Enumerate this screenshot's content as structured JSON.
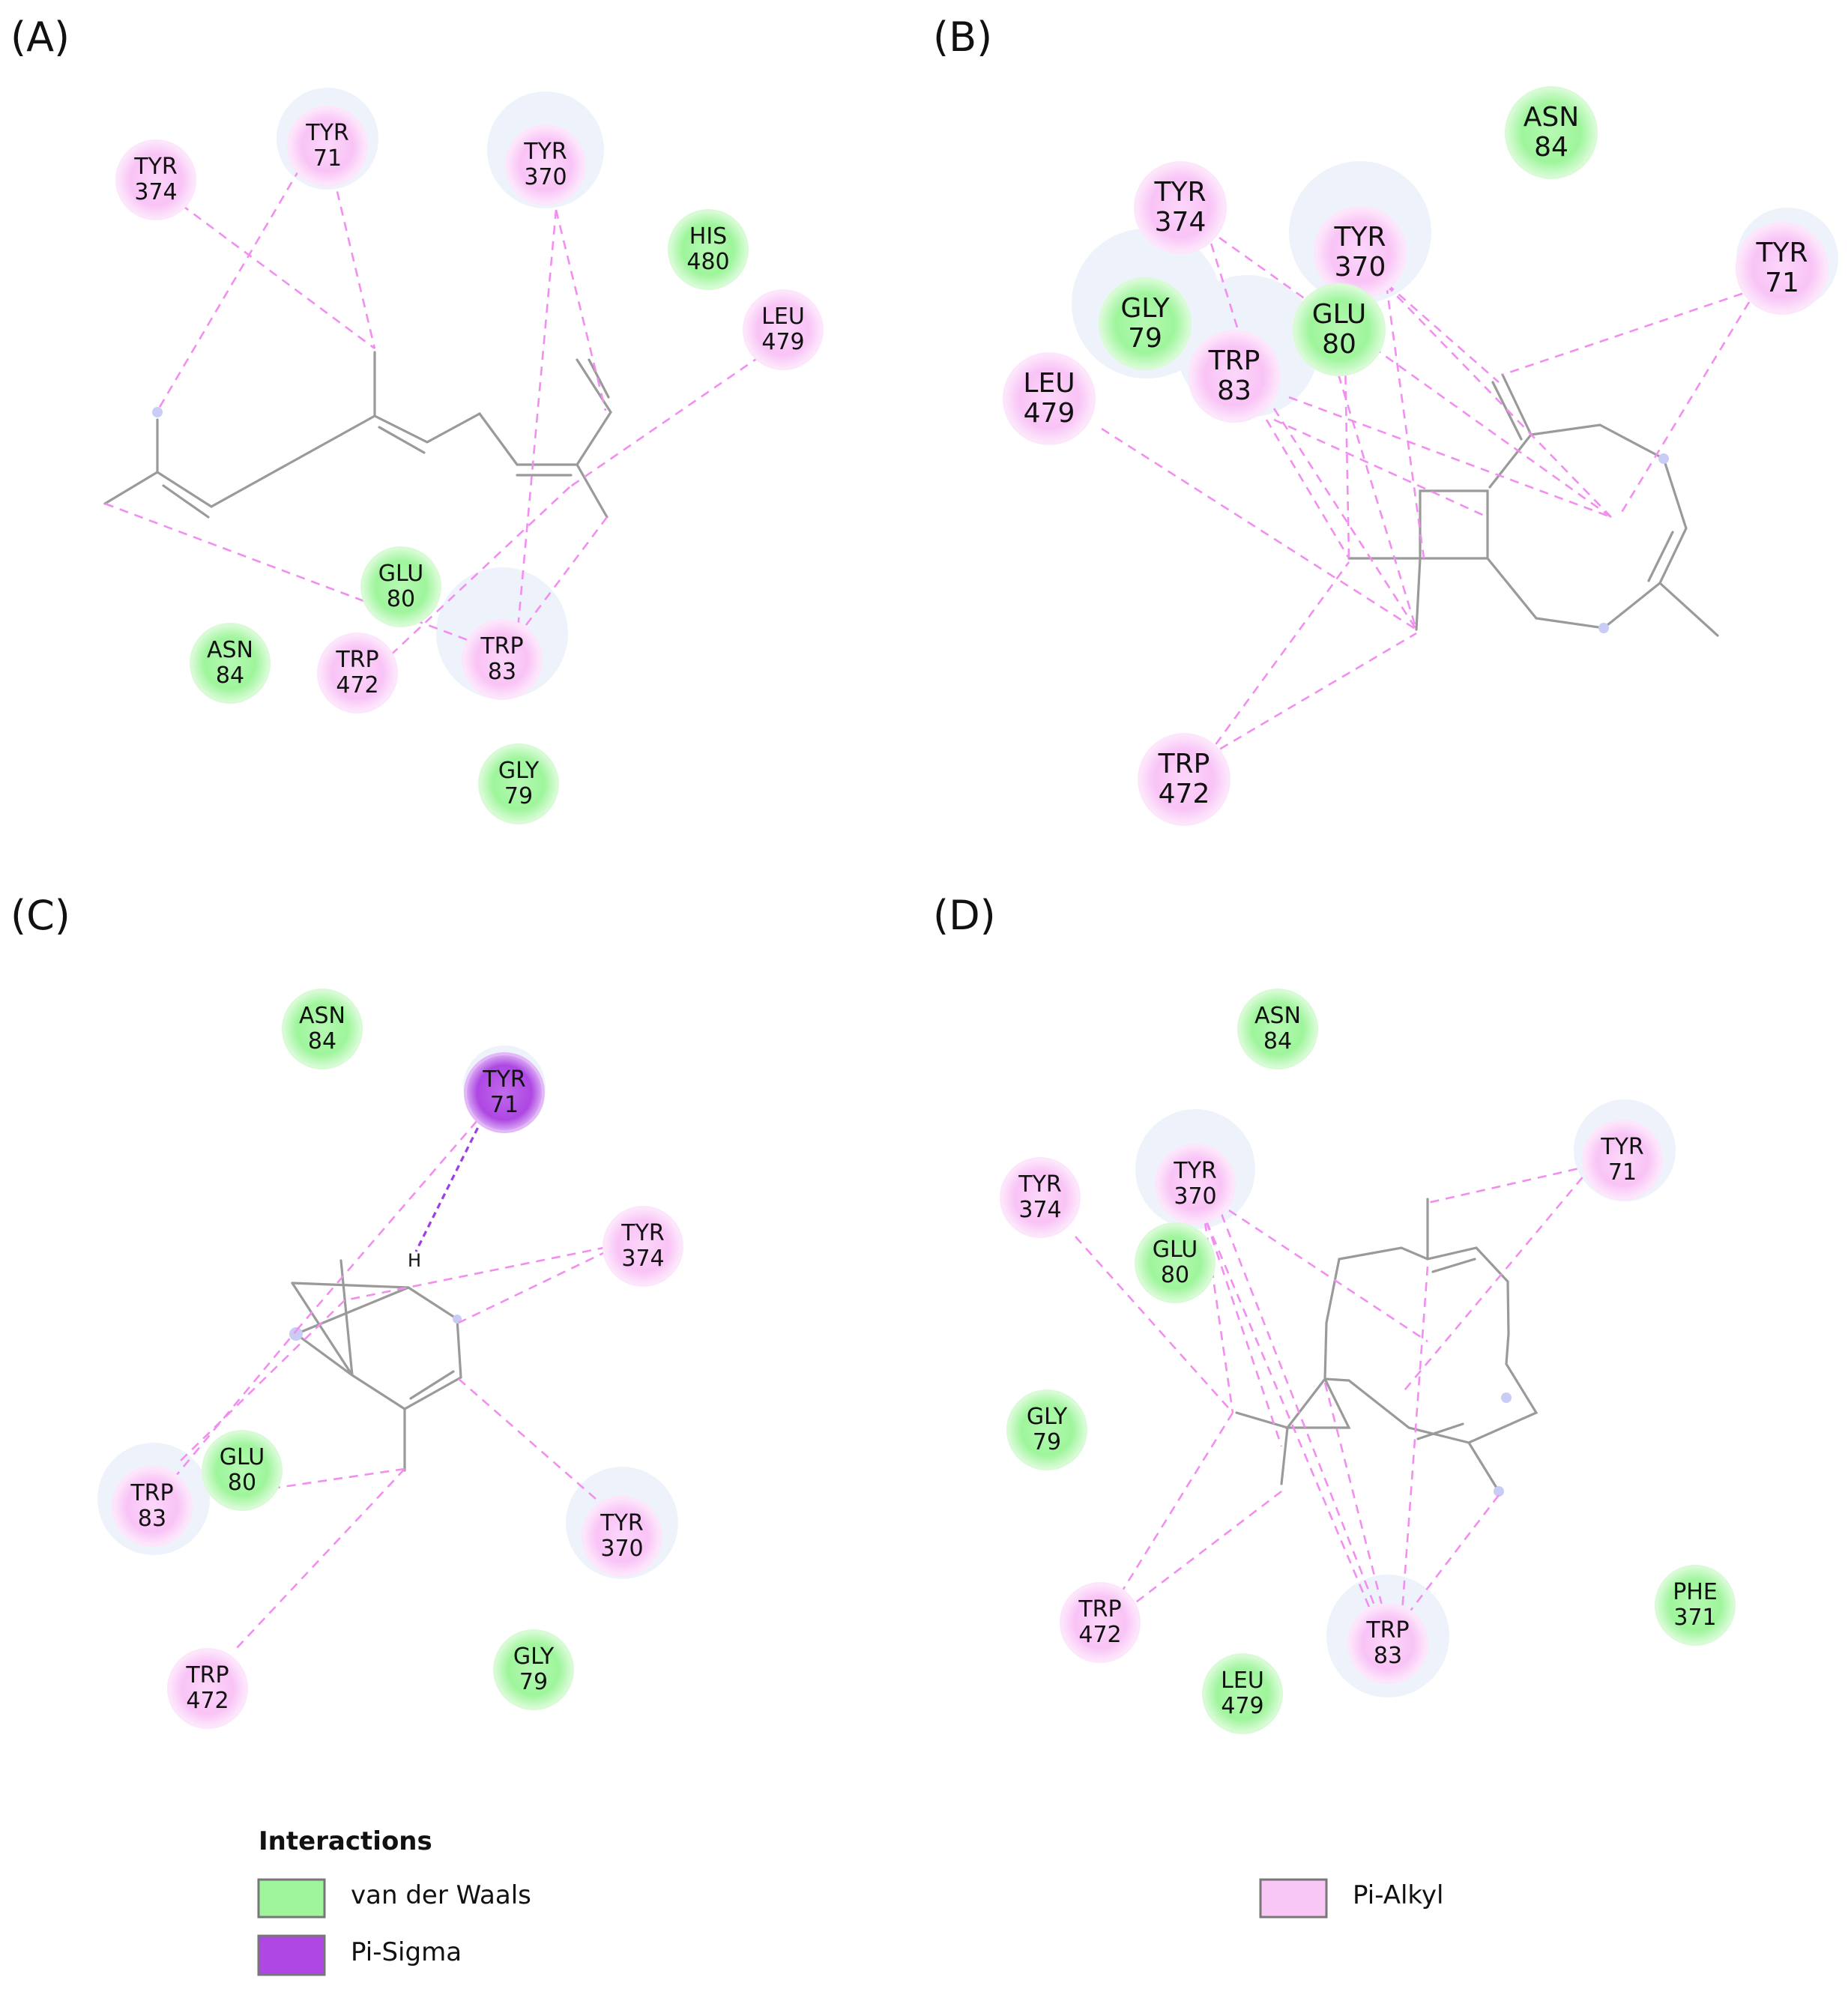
{
  "panels": [
    {
      "label": "(A)"
    },
    {
      "label": "(B)"
    },
    {
      "label": "(C)"
    },
    {
      "label": "(D)"
    }
  ],
  "residues": [
    {
      "panel": 0,
      "name": "TYR",
      "num": "374",
      "type": "pi-alkyl"
    },
    {
      "panel": 0,
      "name": "TYR",
      "num": "71",
      "type": "pi-alkyl"
    },
    {
      "panel": 0,
      "name": "TYR",
      "num": "370",
      "type": "pi-alkyl"
    },
    {
      "panel": 0,
      "name": "HIS",
      "num": "480",
      "type": "vdw"
    },
    {
      "panel": 0,
      "name": "LEU",
      "num": "479",
      "type": "pi-alkyl"
    },
    {
      "panel": 0,
      "name": "GLU",
      "num": "80",
      "type": "vdw"
    },
    {
      "panel": 0,
      "name": "ASN",
      "num": "84",
      "type": "vdw"
    },
    {
      "panel": 0,
      "name": "TRP",
      "num": "472",
      "type": "pi-alkyl"
    },
    {
      "panel": 0,
      "name": "TRP",
      "num": "83",
      "type": "pi-alkyl"
    },
    {
      "panel": 0,
      "name": "GLY",
      "num": "79",
      "type": "vdw"
    },
    {
      "panel": 1,
      "name": "ASN",
      "num": "84",
      "type": "vdw"
    },
    {
      "panel": 1,
      "name": "TYR",
      "num": "374",
      "type": "pi-alkyl"
    },
    {
      "panel": 1,
      "name": "TYR",
      "num": "370",
      "type": "pi-alkyl"
    },
    {
      "panel": 1,
      "name": "TYR",
      "num": "71",
      "type": "pi-alkyl"
    },
    {
      "panel": 1,
      "name": "GLY",
      "num": "79",
      "type": "vdw"
    },
    {
      "panel": 1,
      "name": "GLU",
      "num": "80",
      "type": "vdw"
    },
    {
      "panel": 1,
      "name": "TRP",
      "num": "83",
      "type": "pi-alkyl"
    },
    {
      "panel": 1,
      "name": "LEU",
      "num": "479",
      "type": "pi-alkyl"
    },
    {
      "panel": 1,
      "name": "TRP",
      "num": "472",
      "type": "pi-alkyl"
    },
    {
      "panel": 2,
      "name": "ASN",
      "num": "84",
      "type": "vdw"
    },
    {
      "panel": 2,
      "name": "TYR",
      "num": "71",
      "type": "pi-sigma"
    },
    {
      "panel": 2,
      "name": "TYR",
      "num": "374",
      "type": "pi-alkyl"
    },
    {
      "panel": 2,
      "name": "GLU",
      "num": "80",
      "type": "vdw"
    },
    {
      "panel": 2,
      "name": "TRP",
      "num": "83",
      "type": "pi-alkyl"
    },
    {
      "panel": 2,
      "name": "TYR",
      "num": "370",
      "type": "pi-alkyl"
    },
    {
      "panel": 2,
      "name": "TRP",
      "num": "472",
      "type": "pi-alkyl"
    },
    {
      "panel": 2,
      "name": "GLY",
      "num": "79",
      "type": "vdw"
    },
    {
      "panel": 3,
      "name": "ASN",
      "num": "84",
      "type": "vdw"
    },
    {
      "panel": 3,
      "name": "TYR",
      "num": "374",
      "type": "pi-alkyl"
    },
    {
      "panel": 3,
      "name": "TYR",
      "num": "370",
      "type": "pi-alkyl"
    },
    {
      "panel": 3,
      "name": "TYR",
      "num": "71",
      "type": "pi-alkyl"
    },
    {
      "panel": 3,
      "name": "GLU",
      "num": "80",
      "type": "vdw"
    },
    {
      "panel": 3,
      "name": "GLY",
      "num": "79",
      "type": "vdw"
    },
    {
      "panel": 3,
      "name": "TRP",
      "num": "472",
      "type": "pi-alkyl"
    },
    {
      "panel": 3,
      "name": "TRP",
      "num": "83",
      "type": "pi-alkyl"
    },
    {
      "panel": 3,
      "name": "LEU",
      "num": "479",
      "type": "vdw"
    },
    {
      "panel": 3,
      "name": "PHE",
      "num": "371",
      "type": "vdw"
    }
  ],
  "atom_labels": [
    {
      "panel": 2,
      "text": "H"
    }
  ],
  "legend": {
    "title": "Interactions",
    "items": [
      {
        "label": "van der Waals",
        "type": "vdw"
      },
      {
        "label": "Pi-Sigma",
        "type": "pi-sigma"
      },
      {
        "label": "Pi-Alkyl",
        "type": "pi-alkyl"
      }
    ]
  },
  "colors": {
    "vdw_fill": "#9ef59b",
    "vdw_edge": "#d8fbd6",
    "pi_alkyl_fill": "#f9c7f6",
    "pi_alkyl_edge": "#fde6fc",
    "pi_sigma_fill": "#b44fe6",
    "pi_sigma_edge": "#e3b8f7",
    "halo": "#e6ecfa",
    "bond": "#9a9a9a",
    "pi_alkyl_line": "#f28ef0",
    "pi_sigma_line": "#9b3ee8"
  }
}
